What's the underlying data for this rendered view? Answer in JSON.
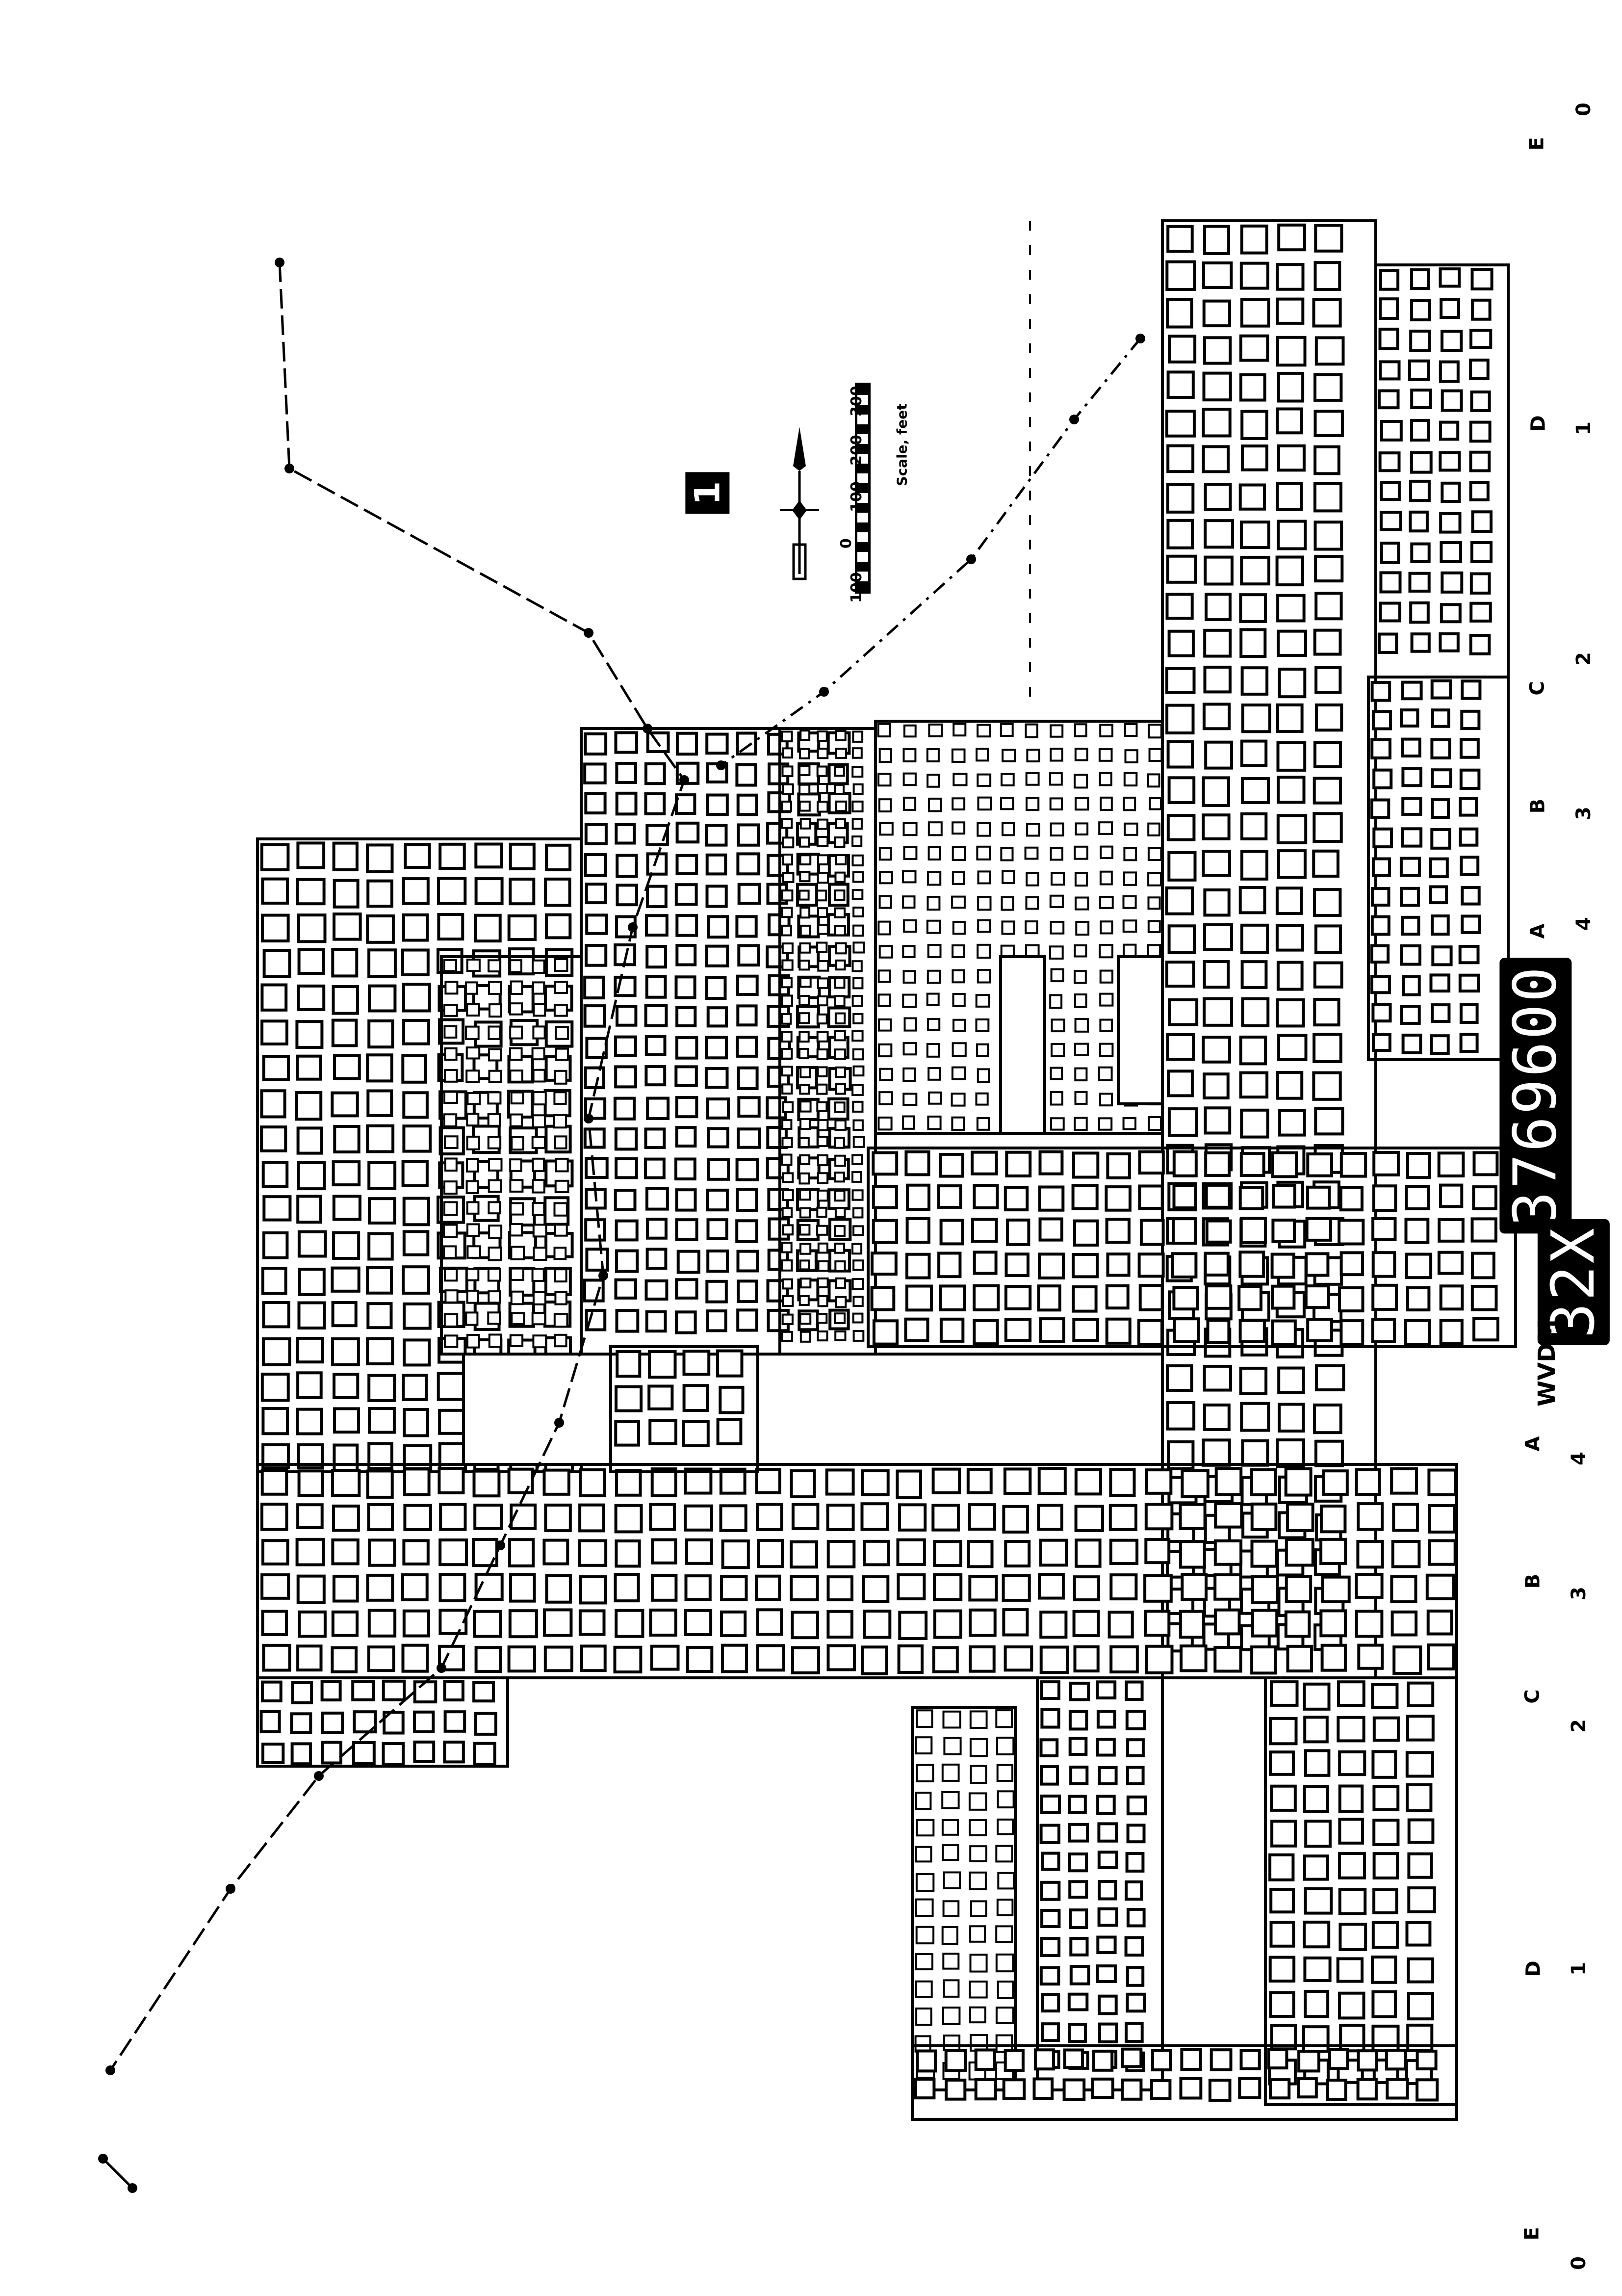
{
  "map": {
    "sheet_number": "1",
    "id_prefix": "32X",
    "id_number": "3769600",
    "stamp": "WVDM",
    "scale": {
      "caption": "Scale, feet",
      "ticks": [
        "100",
        "0",
        "100",
        "200",
        "300"
      ]
    },
    "grid_labels_top": {
      "letters": [
        "E",
        "D",
        "C",
        "B",
        "A"
      ],
      "numbers": [
        "0",
        "1",
        "2",
        "3",
        "4"
      ]
    },
    "grid_labels_bottom": {
      "letters": [
        "A",
        "B",
        "C",
        "D",
        "E"
      ],
      "numbers": [
        "4",
        "3",
        "2",
        "1",
        "0"
      ]
    }
  },
  "colors": {
    "ink": "#000000",
    "paper": "#ffffff"
  }
}
